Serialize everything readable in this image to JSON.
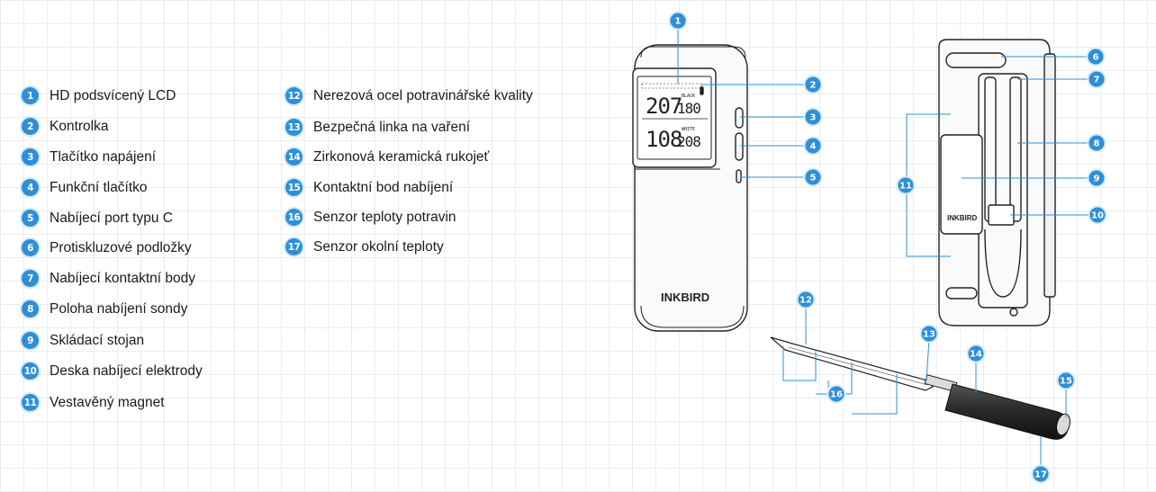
{
  "legend_left": [
    {
      "num": "1",
      "label": "HD podsvícený LCD"
    },
    {
      "num": "2",
      "label": "Kontrolka"
    },
    {
      "num": "3",
      "label": "Tlačítko napájení"
    },
    {
      "num": "4",
      "label": "Funkční tlačítko"
    },
    {
      "num": "5",
      "label": "Nabíjecí port typu C"
    },
    {
      "num": "6",
      "label": "Protiskluzové podložky"
    },
    {
      "num": "7",
      "label": "Nabíjecí kontaktní body"
    },
    {
      "num": "8",
      "label": "Poloha nabíjení sondy"
    },
    {
      "num": "9",
      "label": "Skládací stojan"
    },
    {
      "num": "10",
      "label": "Deska nabíjecí elektrody"
    },
    {
      "num": "11",
      "label": "Vestavěný magnet"
    }
  ],
  "legend_right": [
    {
      "num": "12",
      "label": "Nerezová ocel potravinářské kvality"
    },
    {
      "num": "13",
      "label": "Bezpečná linka na vaření"
    },
    {
      "num": "14",
      "label": "Zirkonová keramická rukojeť"
    },
    {
      "num": "15",
      "label": "Kontaktní bod nabíjení"
    },
    {
      "num": "16",
      "label": "Senzor teploty potravin"
    },
    {
      "num": "17",
      "label": "Senzor okolní teploty"
    }
  ],
  "device": {
    "brand": "INKBIRD",
    "lcd_top_left": "207",
    "lcd_top_right": "180",
    "lcd_bottom_left": "108",
    "lcd_bottom_right": "208",
    "lcd_tag_top": "BLACK",
    "lcd_tag_bottom": "WHITE"
  },
  "diagram_callouts": [
    "1",
    "2",
    "3",
    "4",
    "5",
    "6",
    "7",
    "8",
    "9",
    "10",
    "11",
    "12",
    "13",
    "14",
    "15",
    "16",
    "17"
  ],
  "colors": {
    "badge": "#2f8fd6",
    "badge_ring": "#d5e9f8",
    "grid": "#e9edf2",
    "line": "#2f8fd6",
    "outline": "#222222"
  }
}
